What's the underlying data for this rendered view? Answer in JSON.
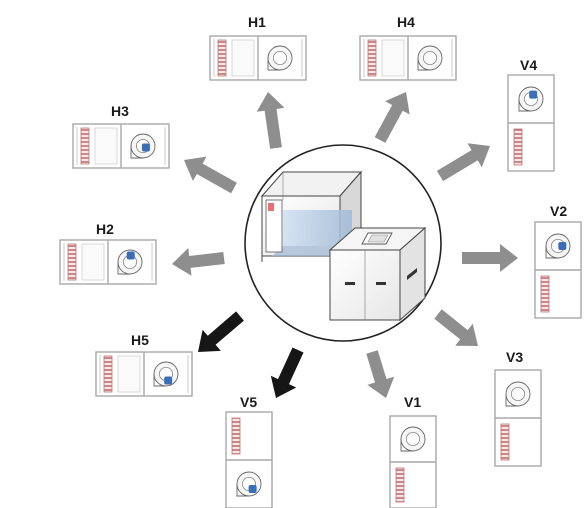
{
  "colors": {
    "arrow": "#8e8e8e",
    "arrow_highlight": "#161616",
    "frame": "#a8a8a8",
    "coil": "#c07070",
    "motor": "#3a6fb5"
  },
  "configurations": [
    {
      "id": "H1",
      "label": "H1",
      "orientation": "horizontal",
      "arrow": "grey"
    },
    {
      "id": "H4",
      "label": "H4",
      "orientation": "horizontal",
      "arrow": "grey"
    },
    {
      "id": "V4",
      "label": "V4",
      "orientation": "vertical",
      "arrow": "grey"
    },
    {
      "id": "H3",
      "label": "H3",
      "orientation": "horizontal",
      "arrow": "grey"
    },
    {
      "id": "V2",
      "label": "V2",
      "orientation": "vertical",
      "arrow": "grey"
    },
    {
      "id": "H2",
      "label": "H2",
      "orientation": "horizontal",
      "arrow": "grey"
    },
    {
      "id": "V3",
      "label": "V3",
      "orientation": "vertical",
      "arrow": "grey"
    },
    {
      "id": "H5",
      "label": "H5",
      "orientation": "horizontal",
      "arrow": "black"
    },
    {
      "id": "V5",
      "label": "V5",
      "orientation": "vertical",
      "arrow": "black"
    },
    {
      "id": "V1",
      "label": "V1",
      "orientation": "vertical",
      "arrow": "grey"
    }
  ]
}
